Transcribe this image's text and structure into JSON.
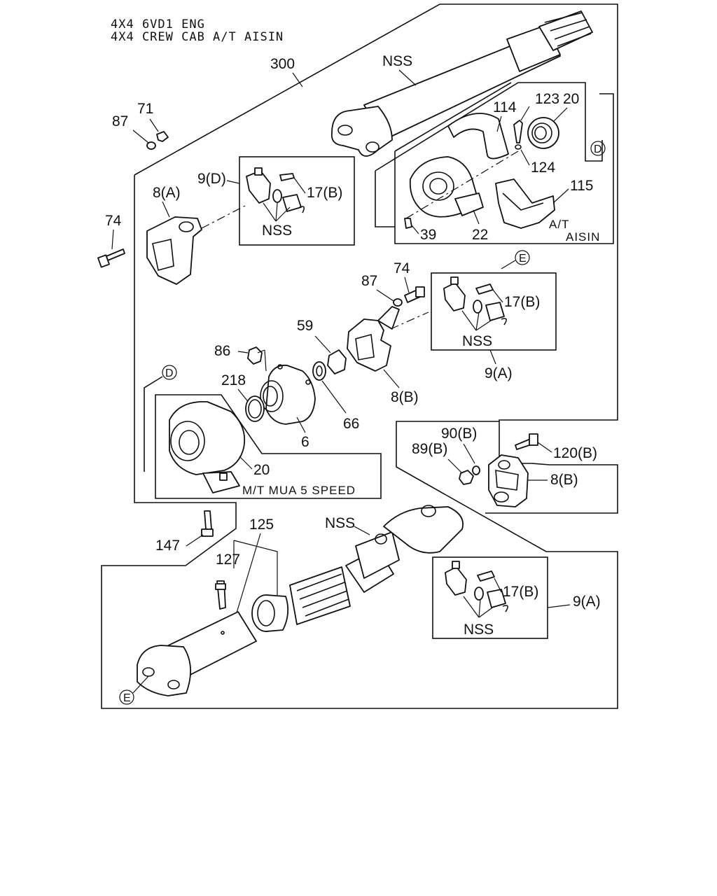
{
  "header": {
    "line1": "4X4 6VD1 ENG",
    "line2": "4X4 CREW CAB A/T AISIN"
  },
  "callouts": {
    "c300": "300",
    "c71": "71",
    "c87a": "87",
    "c74a": "74",
    "c8a": "8(A)",
    "c9d": "9(D)",
    "c17b_1": "17(B)",
    "nss_1": "NSS",
    "nss_shaft": "NSS",
    "c114": "114",
    "c123": "123",
    "c20a": "20",
    "c124": "124",
    "c115": "115",
    "c39": "39",
    "c22": "22",
    "at_line1": "A/T",
    "at_line2": "AISIN",
    "c87b": "87",
    "c74b": "74",
    "c17b_2": "17(B)",
    "nss_2": "NSS",
    "c9a_1": "9(A)",
    "c59": "59",
    "c86": "86",
    "c218": "218",
    "c8b_1": "8(B)",
    "c66": "66",
    "c6": "6",
    "c20b": "20",
    "mt_label": "M/T MUA 5 SPEED",
    "c90b": "90(B)",
    "c89b": "89(B)",
    "c120b": "120(B)",
    "c8b_2": "8(B)",
    "c147": "147",
    "c125": "125",
    "nss_3": "NSS",
    "c127": "127",
    "c17b_3": "17(B)",
    "nss_4": "NSS",
    "c9a_2": "9(A)"
  },
  "markers": {
    "d1": "D",
    "d2": "D",
    "e1": "E",
    "e2": "E"
  }
}
